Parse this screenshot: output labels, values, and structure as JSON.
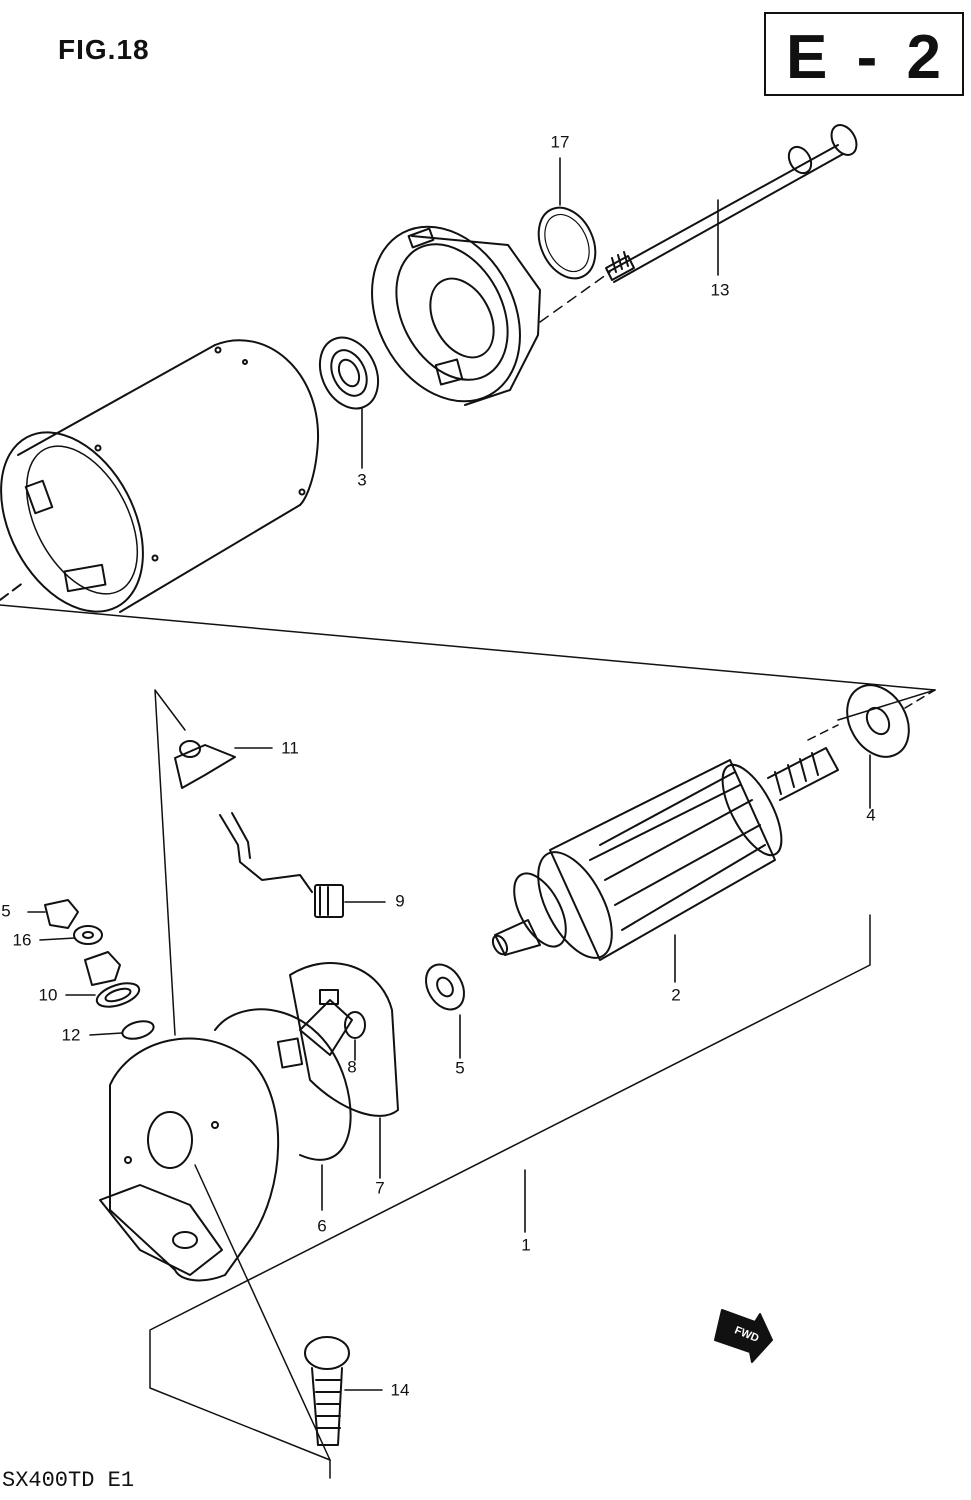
{
  "figure": {
    "title": "FIG.18",
    "section": "E - 2",
    "model": "SX400TD E1"
  },
  "callouts": [
    {
      "id": "c17",
      "label": "17"
    },
    {
      "id": "c13",
      "label": "13"
    },
    {
      "id": "c3",
      "label": "3"
    },
    {
      "id": "c11",
      "label": "11"
    },
    {
      "id": "c4",
      "label": "4"
    },
    {
      "id": "c9",
      "label": "9"
    },
    {
      "id": "c5a",
      "label": "5"
    },
    {
      "id": "c16",
      "label": "16"
    },
    {
      "id": "c2",
      "label": "2"
    },
    {
      "id": "c10",
      "label": "10"
    },
    {
      "id": "c12",
      "label": "12"
    },
    {
      "id": "c8",
      "label": "8"
    },
    {
      "id": "c5b",
      "label": "5"
    },
    {
      "id": "c7",
      "label": "7"
    },
    {
      "id": "c6",
      "label": "6"
    },
    {
      "id": "c1",
      "label": "1"
    },
    {
      "id": "c14",
      "label": "14"
    }
  ],
  "fwd_badge": "FWD",
  "colors": {
    "ink": "#111111",
    "paper": "#ffffff"
  }
}
